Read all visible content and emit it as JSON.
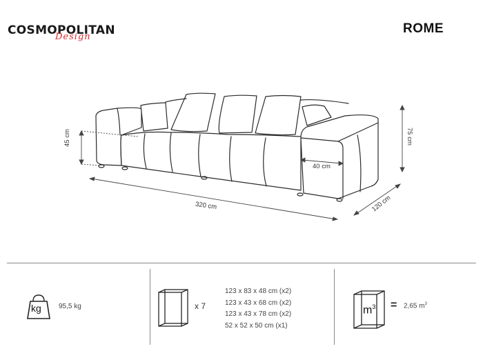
{
  "header": {
    "brand_name": "COSMOPOLITAN",
    "brand_script": "Design",
    "product_name": "ROME",
    "brand_accent_color": "#d92a2a"
  },
  "diagram": {
    "subject": "modular sofa line drawing",
    "dimensions": {
      "seat_height": "45 cm",
      "total_height": "75 cm",
      "width": "320 cm",
      "depth": "120 cm",
      "armrest_width": "40 cm"
    }
  },
  "specs": {
    "weight": {
      "icon": "weight-kg-icon",
      "icon_label": "kg",
      "value": "95,5 kg"
    },
    "packages": {
      "icon": "box-icon",
      "count": "x 7",
      "items": [
        "123 x 83 x 48 cm (x2)",
        "123 x 43 x 68 cm (x2)",
        "123 x 43 x 78 cm (x2)",
        "52 x 52 x 50 cm (x1)"
      ]
    },
    "volume": {
      "icon": "volume-box-icon",
      "icon_label": "m",
      "icon_sup": "3",
      "equals": "=",
      "value": "2,65 m",
      "value_sup": "3"
    }
  }
}
